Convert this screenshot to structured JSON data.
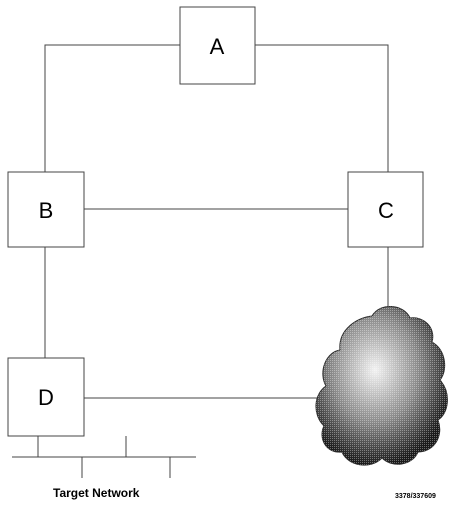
{
  "nodes": {
    "a": {
      "label": "A"
    },
    "b": {
      "label": "B"
    },
    "c": {
      "label": "C"
    },
    "d": {
      "label": "D"
    }
  },
  "network_label": "Target Network",
  "figure_id": "3378/337609",
  "colors": {
    "stroke": "#444444",
    "cloud_light": "#f2f2f2",
    "cloud_dark": "#1a1a1a"
  }
}
